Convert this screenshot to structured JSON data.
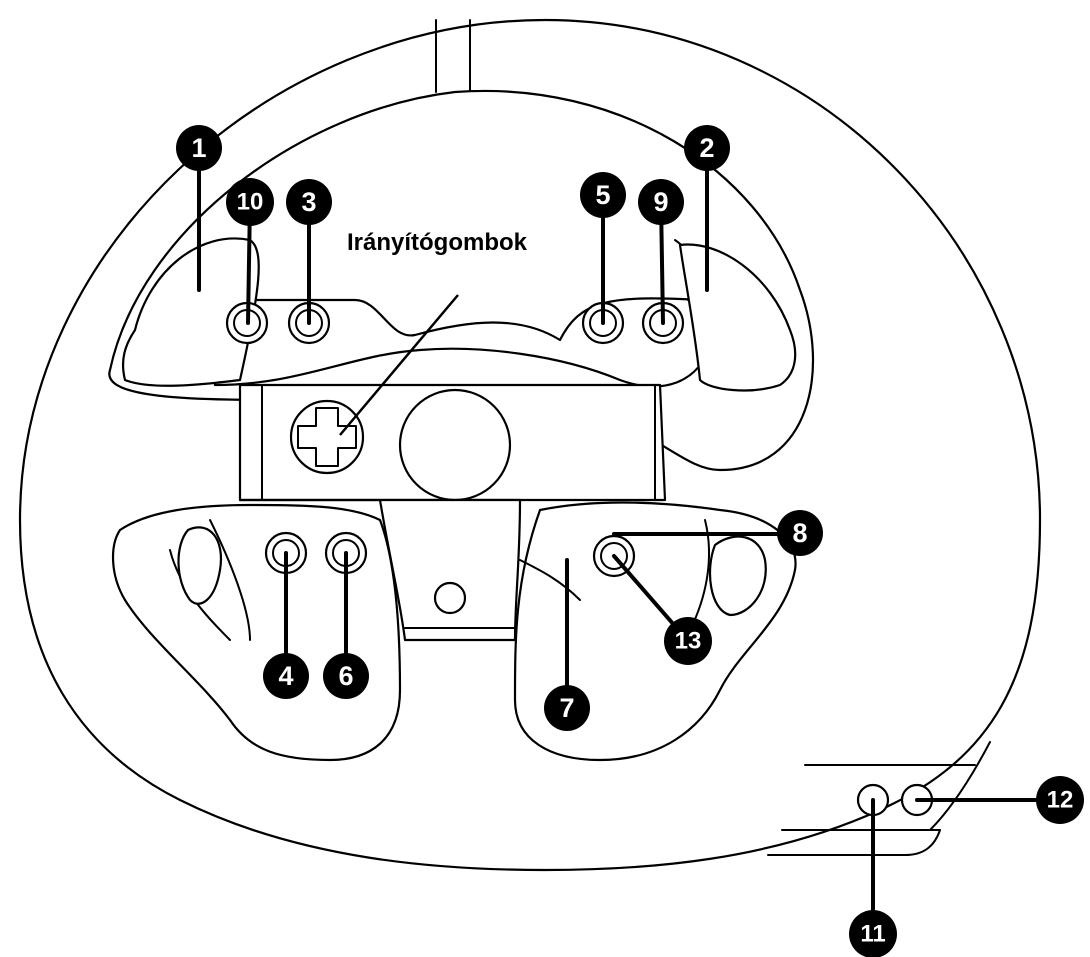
{
  "diagram": {
    "label_dpad": "Irányítógombok",
    "callouts": [
      "1",
      "2",
      "3",
      "4",
      "5",
      "6",
      "7",
      "8",
      "9",
      "10",
      "11",
      "12",
      "13"
    ]
  }
}
